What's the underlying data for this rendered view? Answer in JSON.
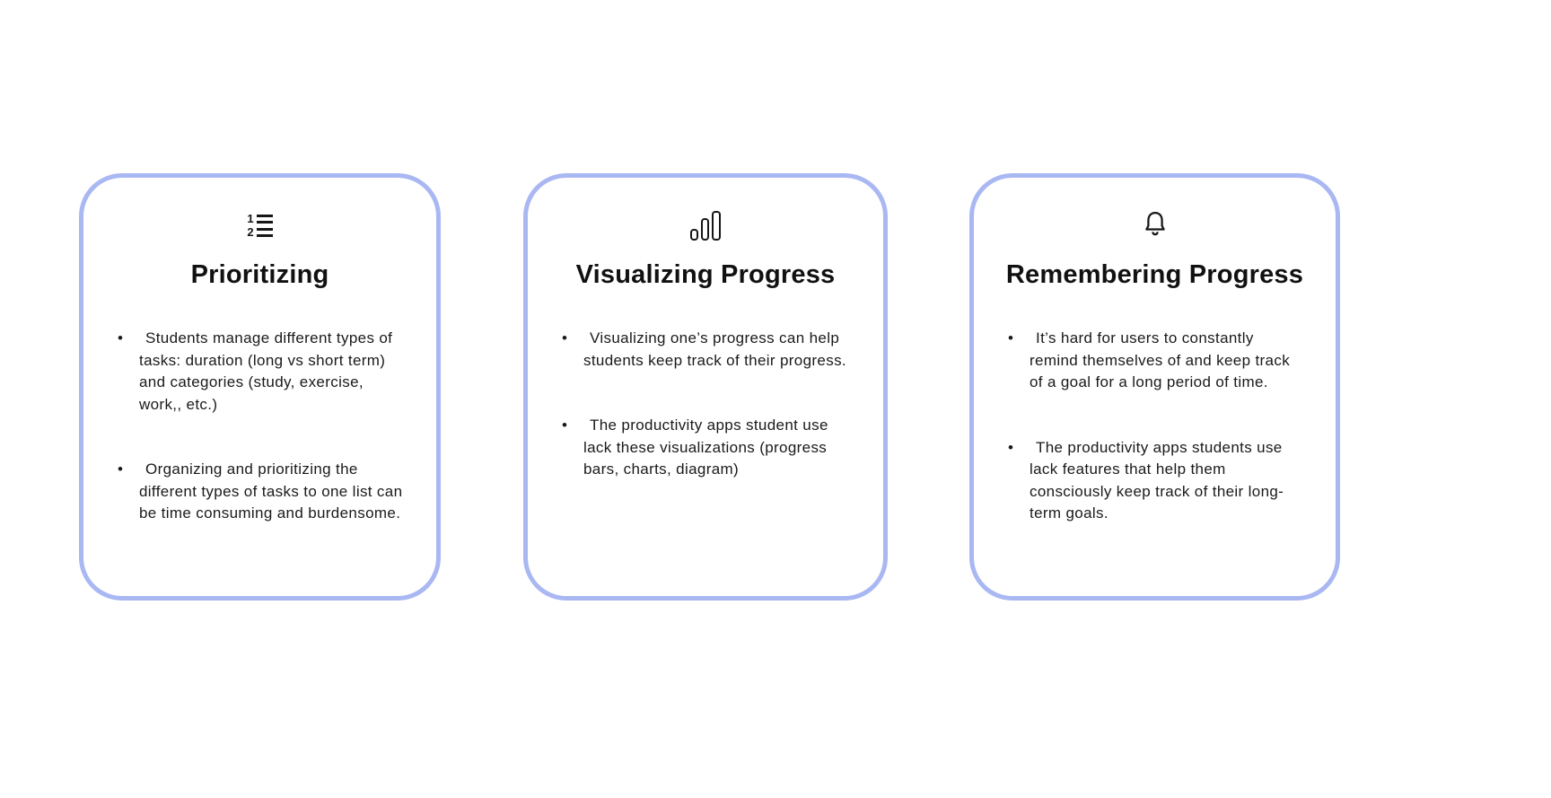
{
  "page": {
    "background_color": "#ffffff",
    "card_border_color": "#a9b7f3",
    "text_color": "#1a1a1a"
  },
  "cards": [
    {
      "icon": "numbered-list-icon",
      "icon_rows": [
        "1",
        "2"
      ],
      "title": "Prioritizing",
      "bullets": [
        "Students manage different types of tasks: duration (long vs short term) and categories (study, exercise, work,, etc.)",
        "Organizing and prioritizing the different types of tasks to one list can be time consuming and burdensome."
      ]
    },
    {
      "icon": "bar-chart-icon",
      "title": "Visualizing Progress",
      "bullets": [
        "Visualizing one’s progress can help students keep track of their progress.",
        "The productivity apps student use lack these visualizations (progress bars, charts, diagram)"
      ]
    },
    {
      "icon": "bell-icon",
      "title": "Remembering Progress",
      "bullets": [
        "It’s hard for users to constantly remind themselves of and keep track of a goal for a long period of time.",
        "The productivity apps students use lack features that help them consciously keep track of their long-term goals."
      ]
    }
  ]
}
